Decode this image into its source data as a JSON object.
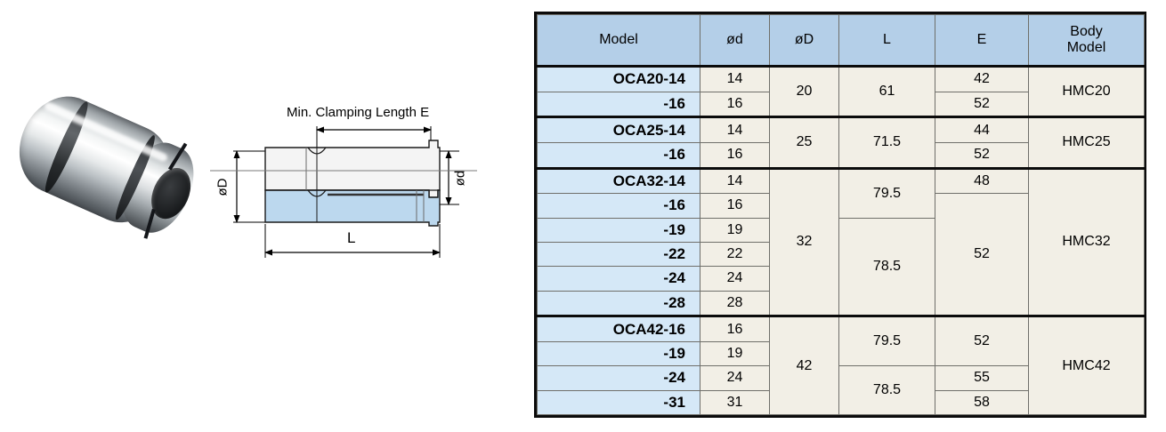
{
  "product_photo": {
    "alt": "steel collet sleeve product photo"
  },
  "drawing": {
    "clamping_label": "Min. Clamping Length E",
    "outer_dia_label": "øD",
    "inner_dia_label": "ød",
    "length_label": "L"
  },
  "table": {
    "headers": [
      "Model",
      "ød",
      "øD",
      "L",
      "E",
      "Body\nModel"
    ],
    "header_model": "Model",
    "header_od_small": "ød",
    "header_od_large": "øD",
    "header_l": "L",
    "header_e": "E",
    "header_body_line1": "Body",
    "header_body_line2": "Model",
    "groups": [
      {
        "od": "20",
        "l": [
          {
            "value": "61",
            "rows": 2
          }
        ],
        "body": "HMC20",
        "rows": [
          {
            "model": "OCA20-14",
            "d": "14",
            "e": "42"
          },
          {
            "model": "-16",
            "d": "16",
            "e": "52"
          }
        ]
      },
      {
        "od": "25",
        "l": [
          {
            "value": "71.5",
            "rows": 2
          }
        ],
        "body": "HMC25",
        "rows": [
          {
            "model": "OCA25-14",
            "d": "14",
            "e": "44"
          },
          {
            "model": "-16",
            "d": "16",
            "e": "52"
          }
        ]
      },
      {
        "od": "32",
        "l": [
          {
            "value": "79.5",
            "rows": 2
          },
          {
            "value": "78.5",
            "rows": 4
          }
        ],
        "body": "HMC32",
        "rows": [
          {
            "model": "OCA32-14",
            "d": "14",
            "e": "48",
            "e_rows": 1
          },
          {
            "model": "-16",
            "d": "16",
            "e": "52",
            "e_rows": 5
          },
          {
            "model": "-19",
            "d": "19"
          },
          {
            "model": "-22",
            "d": "22"
          },
          {
            "model": "-24",
            "d": "24"
          },
          {
            "model": "-28",
            "d": "28"
          }
        ]
      },
      {
        "od": "42",
        "l": [
          {
            "value": "79.5",
            "rows": 2
          },
          {
            "value": "78.5",
            "rows": 2
          }
        ],
        "body": "HMC42",
        "rows": [
          {
            "model": "OCA42-16",
            "d": "16",
            "e": "52",
            "e_rows": 2
          },
          {
            "model": "-19",
            "d": "19"
          },
          {
            "model": "-24",
            "d": "24",
            "e": "55",
            "e_rows": 1
          },
          {
            "model": "-31",
            "d": "31",
            "e": "58",
            "e_rows": 1
          }
        ]
      }
    ]
  },
  "colors": {
    "header_blue": "#b4cfe8",
    "model_blue": "#d5e8f7",
    "cell_cream": "#f2efe6",
    "border_dark": "#0b0b0b",
    "section_fill": "#bcd8ee"
  }
}
